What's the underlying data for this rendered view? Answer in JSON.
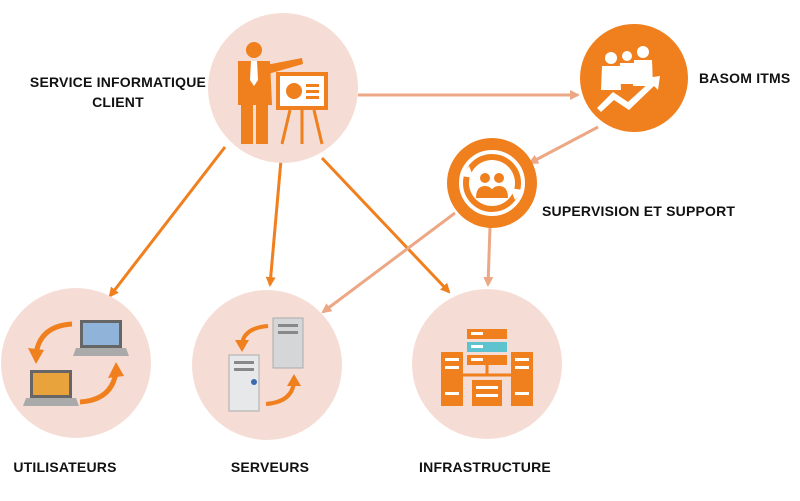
{
  "colors": {
    "orange": "#f07f1d",
    "light_orange": "#eca784",
    "circle_fill": "#f5ddd5",
    "text": "#111111"
  },
  "nodes": {
    "client": {
      "label_line1": "SERVICE INFORMATIQUE",
      "label_line2": "CLIENT",
      "icon": "presenter-icon"
    },
    "basom": {
      "label": "BASOM ITMS",
      "icon": "team-growth-icon"
    },
    "support": {
      "label": "SUPERVISION ET SUPPORT",
      "icon": "support-cycle-icon"
    },
    "users": {
      "label": "UTILISATEURS",
      "icon": "laptops-sync-icon"
    },
    "servers": {
      "label": "SERVEURS",
      "icon": "servers-sync-icon"
    },
    "infra": {
      "label": "INFRASTRUCTURE",
      "icon": "infrastructure-icon"
    }
  }
}
